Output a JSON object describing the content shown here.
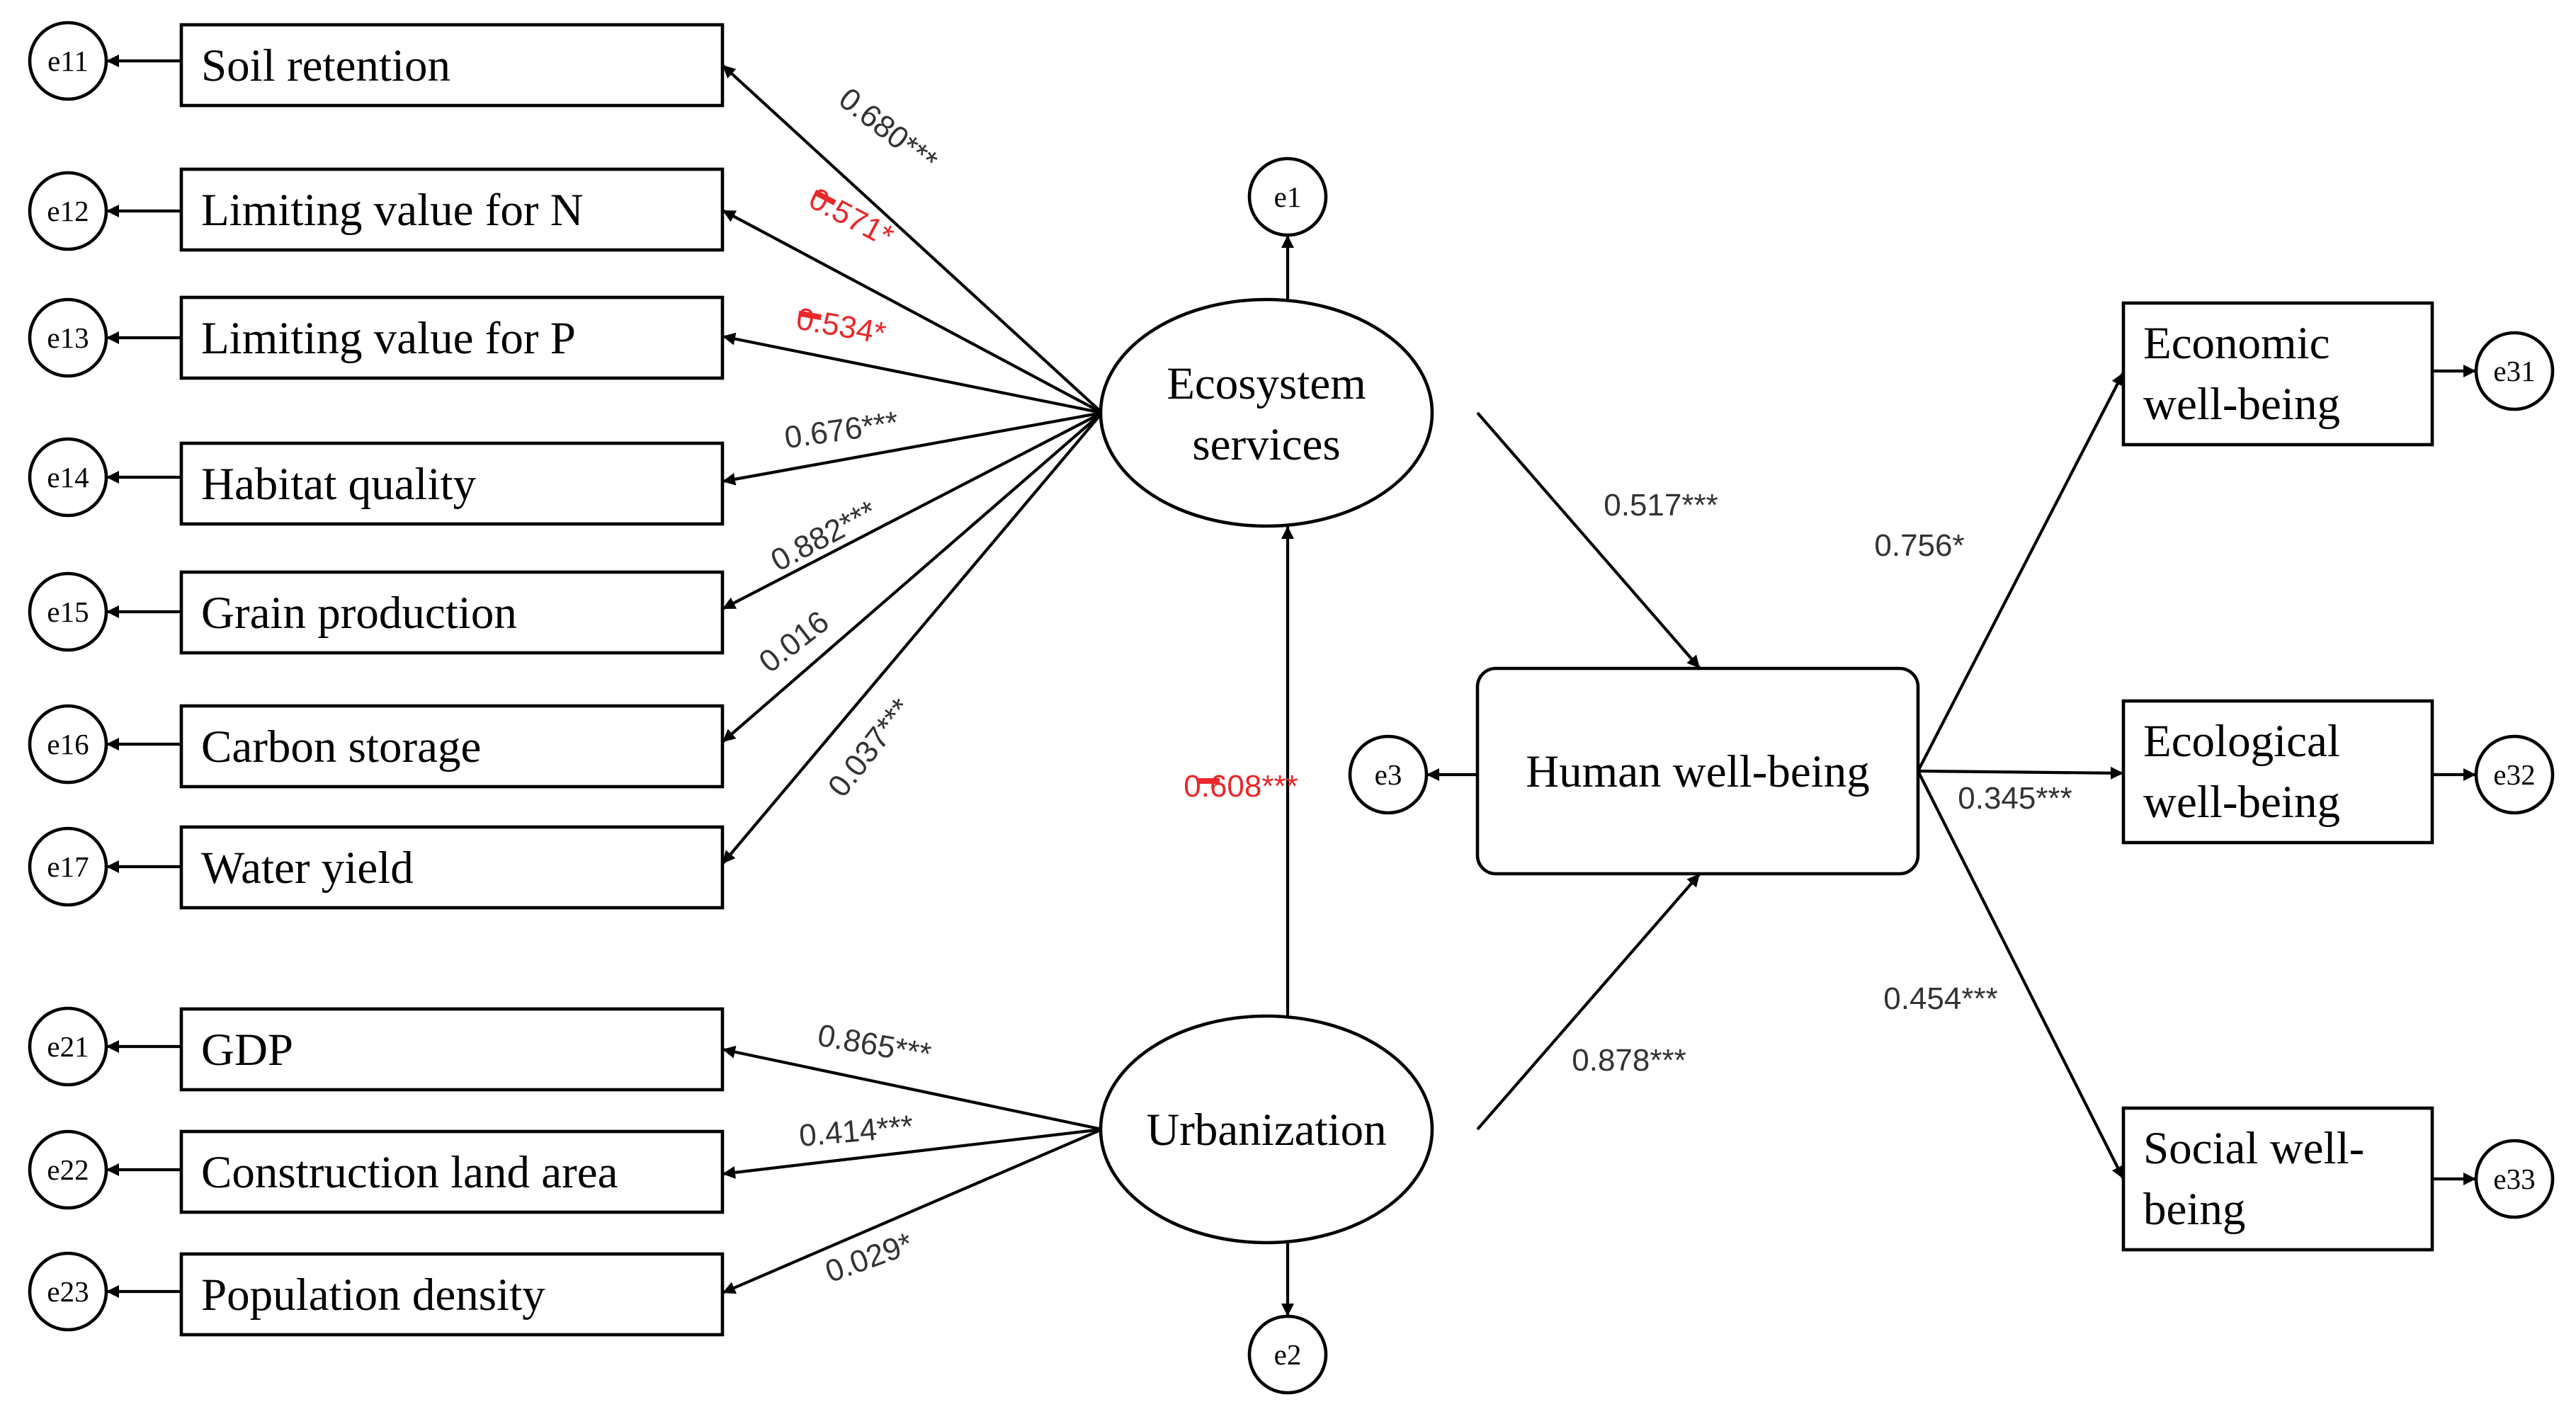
{
  "indicators": [
    {
      "id": "soil",
      "label": "Soil retention",
      "error": "e11"
    },
    {
      "id": "limitn",
      "label": "Limiting value for N",
      "error": "e12"
    },
    {
      "id": "limitp",
      "label": "Limiting value for P",
      "error": "e13"
    },
    {
      "id": "habitat",
      "label": "Habitat quality",
      "error": "e14"
    },
    {
      "id": "grain",
      "label": "Grain production",
      "error": "e15"
    },
    {
      "id": "carbon",
      "label": "Carbon storage",
      "error": "e16"
    },
    {
      "id": "water",
      "label": "Water yield",
      "error": "e17"
    },
    {
      "id": "gdp",
      "label": "GDP",
      "error": "e21"
    },
    {
      "id": "construction",
      "label": "Construction land area",
      "error": "e22"
    },
    {
      "id": "population",
      "label": "Population density",
      "error": "e23"
    },
    {
      "id": "economic",
      "label": [
        "Economic",
        "well-being"
      ],
      "error": "e31"
    },
    {
      "id": "ecological",
      "label": [
        "Ecological",
        "well-being"
      ],
      "error": "e32"
    },
    {
      "id": "social",
      "label": [
        "Social well-",
        "being"
      ],
      "error": "e33"
    }
  ],
  "latent": [
    {
      "id": "eco",
      "label": [
        "Ecosystem",
        "services"
      ],
      "error": "e1"
    },
    {
      "id": "urb",
      "label": [
        "Urbanization"
      ],
      "error": "e2"
    },
    {
      "id": "hwb",
      "label": [
        "Human well-being"
      ],
      "error": "e3"
    }
  ],
  "paths": [
    {
      "from": "eco",
      "to": "soil",
      "coef": "0.680***",
      "negative": false
    },
    {
      "from": "eco",
      "to": "limitn",
      "coef": "0.571*",
      "negative": true
    },
    {
      "from": "eco",
      "to": "limitp",
      "coef": "0.534*",
      "negative": true
    },
    {
      "from": "eco",
      "to": "habitat",
      "coef": "0.676***",
      "negative": false
    },
    {
      "from": "eco",
      "to": "grain",
      "coef": "0.882***",
      "negative": false
    },
    {
      "from": "eco",
      "to": "carbon",
      "coef": "0.016",
      "negative": false
    },
    {
      "from": "eco",
      "to": "water",
      "coef": "0.037***",
      "negative": false
    },
    {
      "from": "urb",
      "to": "gdp",
      "coef": "0.865***",
      "negative": false
    },
    {
      "from": "urb",
      "to": "construction",
      "coef": "0.414***",
      "negative": false
    },
    {
      "from": "urb",
      "to": "population",
      "coef": "0.029*",
      "negative": false
    },
    {
      "from": "urb",
      "to": "eco",
      "coef": "0.608***",
      "negative": true
    },
    {
      "from": "eco",
      "to": "hwb",
      "coef": "0.517***",
      "negative": false
    },
    {
      "from": "urb",
      "to": "hwb",
      "coef": "0.878***",
      "negative": false
    },
    {
      "from": "hwb",
      "to": "economic",
      "coef": "0.756*",
      "negative": false
    },
    {
      "from": "hwb",
      "to": "ecological",
      "coef": "0.345***",
      "negative": false
    },
    {
      "from": "hwb",
      "to": "social",
      "coef": "0.454***",
      "negative": false
    }
  ],
  "colors": {
    "positive": "#333333",
    "negative": "#e8282b",
    "line": "#000000"
  }
}
